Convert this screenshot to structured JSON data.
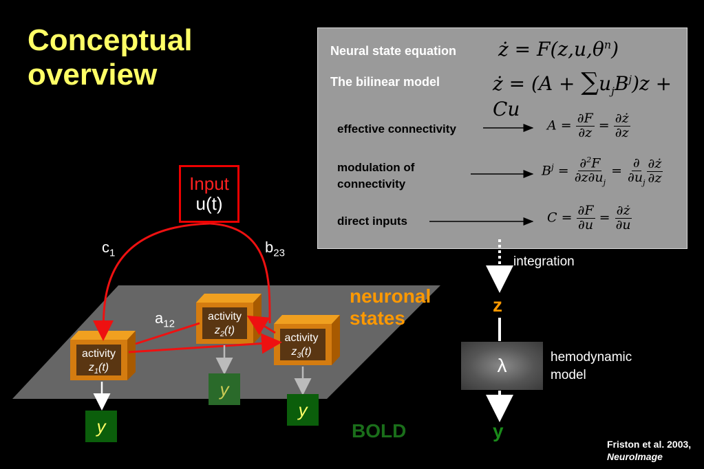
{
  "title_line1": "Conceptual",
  "title_line2": "overview",
  "panel": {
    "neural_label": "Neural state equation",
    "bilinear_label": "The bilinear model",
    "effective_label": "effective connectivity",
    "modulation_label_1": "modulation of",
    "modulation_label_2": "connectivity",
    "direct_label": "direct inputs"
  },
  "input": {
    "title": "Input",
    "sub": "u(t)"
  },
  "labels": {
    "c": "c",
    "c_sub": "1",
    "b": "b",
    "b_sub": "23",
    "a": "a",
    "a_sub": "12"
  },
  "nodes": [
    {
      "label": "activity",
      "var": "z",
      "sub": "1",
      "arg": "(t)"
    },
    {
      "label": "activity",
      "var": "z",
      "sub": "2",
      "arg": "(t)"
    },
    {
      "label": "activity",
      "var": "z",
      "sub": "3",
      "arg": "(t)"
    }
  ],
  "y_label": "y",
  "neuronal_states_1": "neuronal",
  "neuronal_states_2": "states",
  "bold_label": "BOLD",
  "integration_label": "integration",
  "z_label": "z",
  "lambda_label": "λ",
  "hemo_label_1": "hemodynamic",
  "hemo_label_2": "model",
  "y_out": "y",
  "citation_1": "Friston et al. 2003,",
  "citation_2": "NeuroImage",
  "colors": {
    "title": "#ffff66",
    "orange": "#ff9900",
    "red": "#ee1111",
    "green": "#0b5e0b",
    "panel": "#9a9a9a"
  }
}
